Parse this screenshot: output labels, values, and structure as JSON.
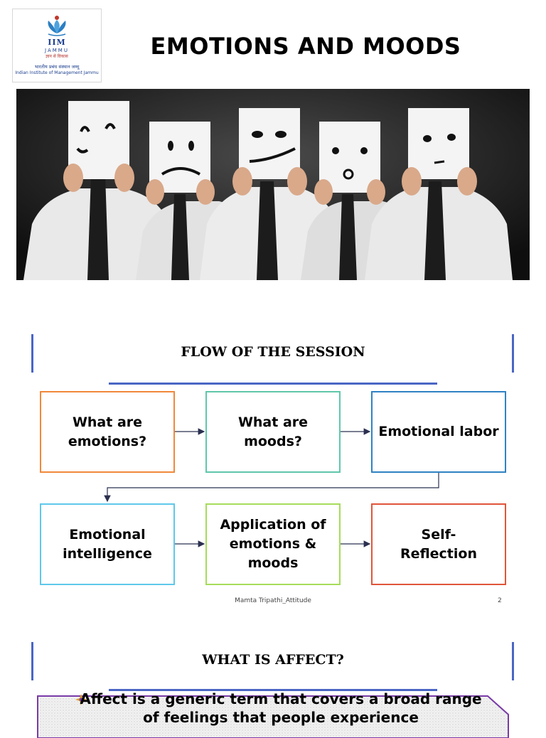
{
  "slide1": {
    "title": "EMOTIONS AND MOODS",
    "logo": {
      "name": "IIM",
      "city": "JAMMU",
      "motto": "ज्ञान से विकास",
      "hindi_name": "भारतीय प्रबंध संस्थान जम्मू",
      "english_name": "Indian Institute of Management Jammu"
    }
  },
  "slide2": {
    "title": "FLOW OF THE SESSION",
    "steps": [
      {
        "label": "What are emotions?",
        "color": "#f0883a"
      },
      {
        "label": "What are moods?",
        "color": "#5fc7aa"
      },
      {
        "label": "Emotional labor",
        "color": "#2f82c4"
      },
      {
        "label": "Emotional intelligence",
        "color": "#5fc8ea"
      },
      {
        "label": "Application of emotions & moods",
        "color": "#a6dc5a"
      },
      {
        "label": "Self-Reflection",
        "color": "#e0553a"
      }
    ],
    "footer": "Mamta Tripathi_Attitude",
    "page_number": "2"
  },
  "slide3": {
    "title": "WHAT IS AFFECT?",
    "bullet": "Affect is a generic term that covers a broad range of feelings that people experience"
  },
  "colors": {
    "accent": "#4a66c4",
    "connector": "#2b3050",
    "affect_border": "#7a3aa8"
  }
}
